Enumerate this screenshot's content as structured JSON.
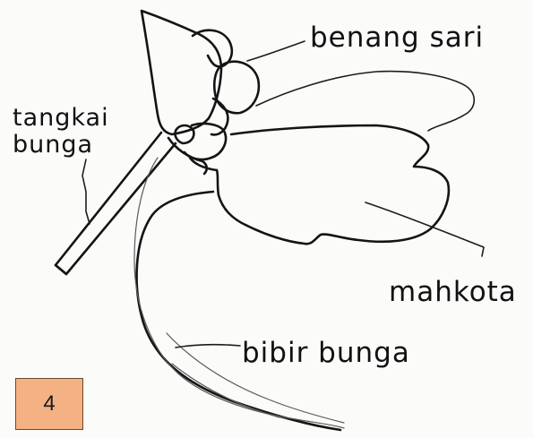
{
  "labels": {
    "benang_sari": "benang sari",
    "tangkai_bunga_line1": "tangkai",
    "tangkai_bunga_line2": "bunga",
    "mahkota": "mahkota",
    "bibir_bunga": "bibir bunga"
  },
  "badge": {
    "number": "4",
    "color": "#f4b183"
  }
}
